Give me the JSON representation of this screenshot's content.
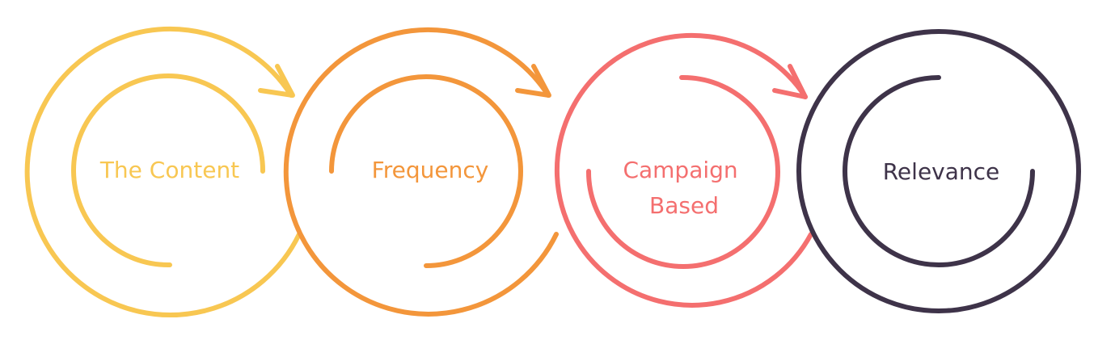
{
  "stages": [
    {
      "label_lines": [
        "The Content"
      ],
      "color": "#f8c752",
      "outer_icon": "circular-arrow-icon",
      "inner_icon": "inner-arc-icon"
    },
    {
      "label_lines": [
        "Frequency"
      ],
      "color": "#f3963b",
      "outer_icon": "circular-arrow-icon",
      "inner_icon": "inner-arc-icon"
    },
    {
      "label_lines": [
        "Campaign",
        "Based"
      ],
      "color": "#f46f6f",
      "outer_icon": "circular-arrow-icon",
      "inner_icon": "inner-arc-icon"
    },
    {
      "label_lines": [
        "Relevance"
      ],
      "color": "#3e3349",
      "outer_icon": "closed-circle-icon",
      "inner_icon": "inner-arc-icon"
    }
  ]
}
